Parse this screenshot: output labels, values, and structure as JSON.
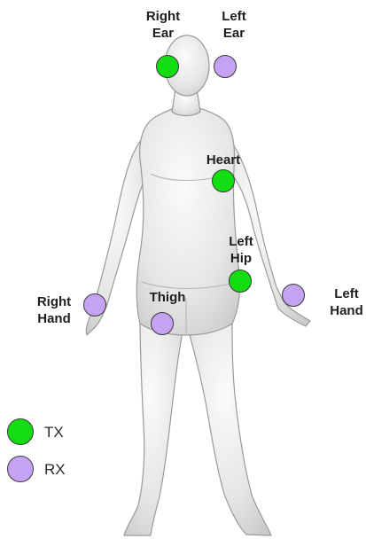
{
  "colors": {
    "tx": "#11dd11",
    "rx": "#c6a3f2",
    "body": "#e9e9e9",
    "outline": "#9a9a9a"
  },
  "labels": {
    "right_ear": [
      "Right",
      "Ear"
    ],
    "left_ear": [
      "Left",
      "Ear"
    ],
    "heart": [
      "Heart"
    ],
    "left_hip": [
      "Left",
      "Hip"
    ],
    "thigh": [
      "Thigh"
    ],
    "right_hand": [
      "Right",
      "Hand"
    ],
    "left_hand": [
      "Left",
      "Hand"
    ]
  },
  "nodes": {
    "right_ear": "tx",
    "left_ear": "rx",
    "heart": "tx",
    "left_hip": "tx",
    "thigh": "rx",
    "right_hand": "rx",
    "left_hand": "rx"
  },
  "legend": {
    "tx": "TX",
    "rx": "RX"
  }
}
